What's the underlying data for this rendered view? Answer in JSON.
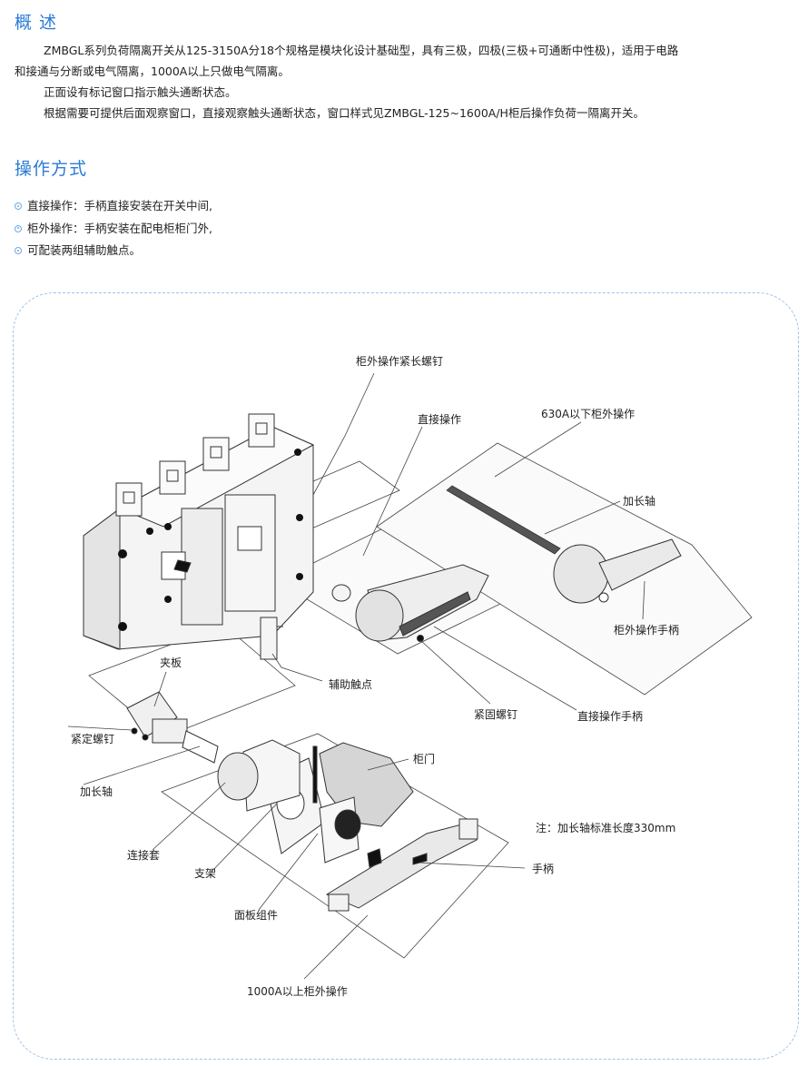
{
  "section1": {
    "title": "概 述",
    "paragraphs": [
      "ZMBGL系列负荷隔离开关从125-3150A分18个规格是模块化设计基础型，具有三极，四极(三极+可通断中性极)，适用于电路",
      "和接通与分断或电气隔离，1000A以上只做电气隔离。",
      "正面设有标记窗口指示触头通断状态。",
      "根据需要可提供后面观察窗口，直接观察触头通断状态，窗口样式见ZMBGL-125~1600A/H柜后操作负荷一隔离开关。"
    ]
  },
  "section2": {
    "title": "操作方式",
    "bullets": [
      "直接操作：手柄直接安装在开关中间,",
      "柜外操作：手柄安装在配电柜柜门外,",
      "可配装两组辅助触点。"
    ]
  },
  "diagram": {
    "labels": {
      "long_screw": "柜外操作紧长螺钉",
      "direct_op": "直接操作",
      "below_630": "630A以下柜外操作",
      "ext_shaft_top": "加长轴",
      "outside_handle": "柜外操作手柄",
      "clamp_plate": "夹板",
      "aux_contact": "辅助触点",
      "set_screw_top": "紧固螺钉",
      "direct_handle": "直接操作手柄",
      "set_screw_left": "紧定螺钉",
      "ext_shaft_left": "加长轴",
      "cabinet_door": "柜门",
      "note": "注：加长轴标准长度330mm",
      "coupling": "连接套",
      "bracket": "支架",
      "handle": "手柄",
      "panel_assembly": "面板组件",
      "above_1000": "1000A以上柜外操作"
    }
  }
}
